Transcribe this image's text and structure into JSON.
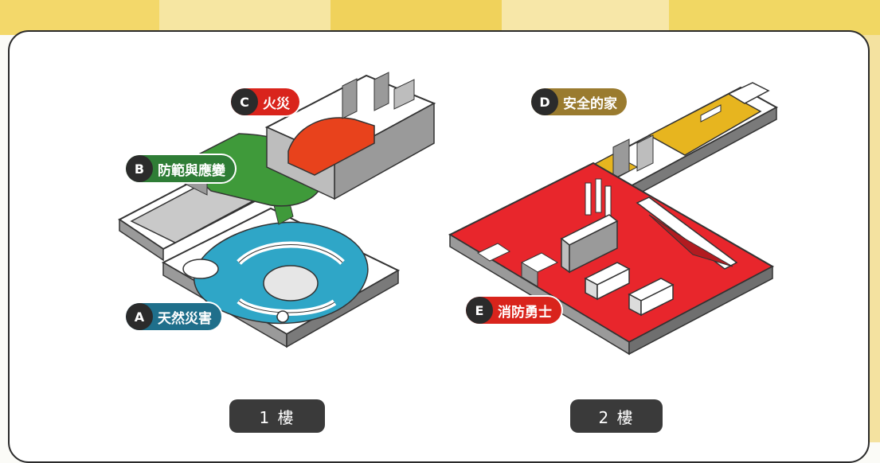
{
  "zones": [
    {
      "letter": "A",
      "label": "天然災害",
      "color": "#1f6f8b"
    },
    {
      "letter": "B",
      "label": "防範與應變",
      "color": "#2f7d36"
    },
    {
      "letter": "C",
      "label": "火災",
      "color": "#d9241c"
    },
    {
      "letter": "D",
      "label": "安全的家",
      "color": "#9a7b2f"
    },
    {
      "letter": "E",
      "label": "消防勇士",
      "color": "#d9241c"
    }
  ],
  "floors": [
    {
      "label": "1 樓"
    },
    {
      "label": "2 樓"
    }
  ],
  "colors": {
    "accent_yellow": "#f1d96a",
    "wall": "#9a9a9a",
    "wall_dark": "#6f6f6f",
    "zone_blue": "#2fa6c7",
    "zone_green": "#3f9a3a",
    "zone_red_orange": "#e8421c",
    "zone_red": "#e8262c",
    "zone_yellow": "#e7b51f"
  }
}
